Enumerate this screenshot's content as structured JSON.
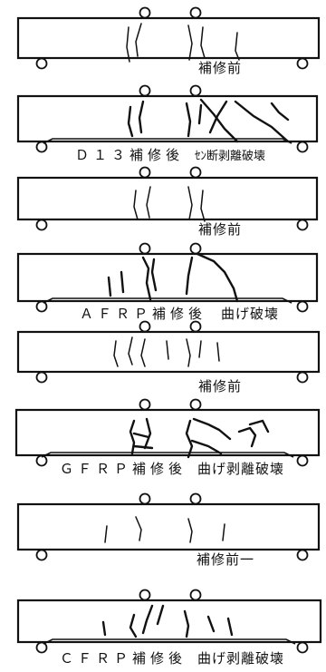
{
  "panels": [
    {
      "id": "p1",
      "state": "before",
      "caption": "補修前",
      "cracks": [
        [
          [
            142,
            30
          ],
          [
            140,
            52
          ],
          [
            143,
            68
          ]
        ],
        [
          [
            156,
            26
          ],
          [
            150,
            46
          ],
          [
            152,
            62
          ]
        ],
        [
          [
            208,
            28
          ],
          [
            212,
            48
          ],
          [
            209,
            66
          ]
        ],
        [
          [
            224,
            30
          ],
          [
            222,
            50
          ],
          [
            226,
            64
          ]
        ],
        [
          [
            262,
            36
          ],
          [
            260,
            56
          ],
          [
            264,
            66
          ]
        ]
      ]
    },
    {
      "id": "p2",
      "state": "after",
      "caption_prefix": "Ｄ１３補修後",
      "caption_suffix": "ｾﾝ断剥離破壊",
      "cracks": [
        [
          [
            144,
            118
          ],
          [
            142,
            136
          ],
          [
            146,
            150
          ]
        ],
        [
          [
            158,
            112
          ],
          [
            154,
            130
          ],
          [
            156,
            146
          ]
        ],
        [
          [
            206,
            114
          ],
          [
            210,
            134
          ],
          [
            208,
            150
          ]
        ],
        [
          [
            222,
            116
          ],
          [
            220,
            136
          ]
        ],
        [
          [
            222,
            110
          ],
          [
            236,
            126
          ],
          [
            248,
            142
          ],
          [
            262,
            156
          ]
        ],
        [
          [
            250,
            112
          ],
          [
            240,
            128
          ],
          [
            232,
            146
          ]
        ],
        [
          [
            260,
            112
          ],
          [
            280,
            128
          ],
          [
            300,
            140
          ],
          [
            318,
            156
          ]
        ],
        [
          [
            300,
            114
          ],
          [
            308,
            124
          ],
          [
            318,
            132
          ]
        ]
      ]
    },
    {
      "id": "p3",
      "state": "before",
      "caption": "補修前",
      "cracks": [
        [
          [
            150,
            210
          ],
          [
            148,
            228
          ],
          [
            152,
            242
          ]
        ],
        [
          [
            166,
            206
          ],
          [
            162,
            226
          ],
          [
            165,
            240
          ]
        ],
        [
          [
            208,
            206
          ],
          [
            212,
            226
          ],
          [
            209,
            242
          ]
        ],
        [
          [
            224,
            210
          ],
          [
            222,
            230
          ],
          [
            226,
            244
          ]
        ]
      ]
    },
    {
      "id": "p4",
      "state": "after",
      "caption_prefix": "ＡＦＲＰ補修後",
      "caption_suffix": "曲げ破壊",
      "cracks": [
        [
          [
            158,
            284
          ],
          [
            164,
            296
          ],
          [
            162,
            312
          ],
          [
            166,
            330
          ]
        ],
        [
          [
            170,
            286
          ],
          [
            168,
            300
          ],
          [
            172,
            320
          ]
        ],
        [
          [
            212,
            284
          ],
          [
            208,
            304
          ],
          [
            206,
            324
          ]
        ],
        [
          [
            218,
            280
          ],
          [
            236,
            288
          ],
          [
            248,
            300
          ],
          [
            258,
            318
          ],
          [
            262,
            332
          ]
        ],
        [
          [
            120,
            306
          ],
          [
            122,
            326
          ]
        ],
        [
          [
            134,
            300
          ],
          [
            136,
            322
          ]
        ]
      ]
    },
    {
      "id": "p5",
      "state": "before",
      "caption": "補修前",
      "cracks": [
        [
          [
            128,
            376
          ],
          [
            126,
            392
          ],
          [
            130,
            404
          ]
        ],
        [
          [
            146,
            372
          ],
          [
            142,
            390
          ],
          [
            146,
            402
          ]
        ],
        [
          [
            160,
            374
          ],
          [
            156,
            392
          ],
          [
            160,
            404
          ]
        ],
        [
          [
            184,
            376
          ],
          [
            186,
            396
          ]
        ],
        [
          [
            206,
            374
          ],
          [
            210,
            392
          ],
          [
            208,
            404
          ]
        ],
        [
          [
            222,
            376
          ],
          [
            220,
            394
          ]
        ],
        [
          [
            240,
            378
          ],
          [
            242,
            398
          ]
        ]
      ]
    },
    {
      "id": "p6",
      "state": "after",
      "caption_prefix": "ＧＦＲＰ補修後",
      "caption_suffix": "曲げ剥離破壊",
      "cracks": [
        [
          [
            148,
            464
          ],
          [
            144,
            476
          ],
          [
            148,
            488
          ],
          [
            146,
            500
          ]
        ],
        [
          [
            162,
            462
          ],
          [
            166,
            478
          ],
          [
            160,
            494
          ]
        ],
        [
          [
            148,
            478
          ],
          [
            164,
            482
          ]
        ],
        [
          [
            148,
            492
          ],
          [
            168,
            494
          ]
        ],
        [
          [
            210,
            464
          ],
          [
            206,
            478
          ],
          [
            212,
            492
          ],
          [
            208,
            504
          ]
        ],
        [
          [
            214,
            462
          ],
          [
            230,
            468
          ],
          [
            242,
            474
          ],
          [
            254,
            484
          ]
        ],
        [
          [
            212,
            486
          ],
          [
            230,
            492
          ],
          [
            244,
            500
          ]
        ],
        [
          [
            264,
            476
          ],
          [
            276,
            472
          ],
          [
            282,
            480
          ],
          [
            278,
            492
          ]
        ],
        [
          [
            276,
            468
          ],
          [
            290,
            464
          ],
          [
            296,
            476
          ]
        ]
      ]
    },
    {
      "id": "p7",
      "state": "before",
      "caption": "補修前一",
      "cracks": [
        [
          [
            150,
            570
          ],
          [
            156,
            584
          ],
          [
            154,
            596
          ]
        ],
        [
          [
            208,
            572
          ],
          [
            212,
            586
          ],
          [
            210,
            598
          ]
        ],
        [
          [
            118,
            580
          ],
          [
            116,
            598
          ]
        ],
        [
          [
            248,
            578
          ],
          [
            246,
            596
          ]
        ]
      ]
    },
    {
      "id": "p8",
      "state": "after",
      "caption_prefix": "ＣＦＲＰ補修後",
      "caption_suffix": "曲げ剥離破壊",
      "cracks": [
        [
          [
            114,
            686
          ],
          [
            116,
            700
          ]
        ],
        [
          [
            148,
            678
          ],
          [
            144,
            692
          ],
          [
            150,
            702
          ]
        ],
        [
          [
            168,
            668
          ],
          [
            162,
            684
          ],
          [
            158,
            698
          ]
        ],
        [
          [
            180,
            668
          ],
          [
            174,
            688
          ]
        ],
        [
          [
            204,
            674
          ],
          [
            208,
            690
          ],
          [
            206,
            702
          ]
        ],
        [
          [
            230,
            680
          ],
          [
            236,
            696
          ]
        ],
        [
          [
            252,
            682
          ],
          [
            256,
            700
          ]
        ]
      ]
    }
  ]
}
